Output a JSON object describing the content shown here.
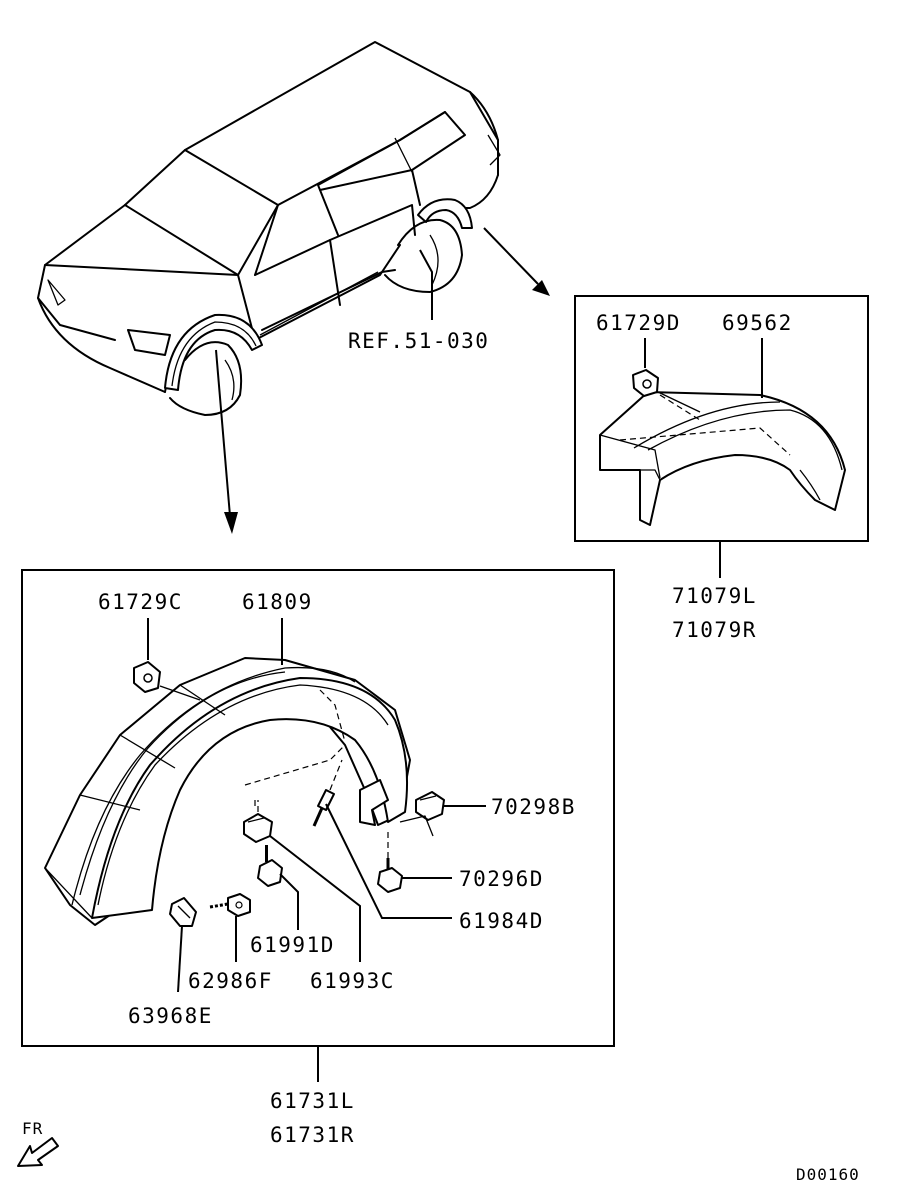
{
  "labels": {
    "ref": "REF.51-030",
    "rear_clip": "61729D",
    "rear_moulding": "69562",
    "rear_assy_l": "71079L",
    "rear_assy_r": "71079R",
    "front_clip": "61729C",
    "front_moulding": "61809",
    "nut_b": "70298B",
    "bolt_d": "70296D",
    "rivet": "61984D",
    "screw": "61991D",
    "nut_c": "61993C",
    "screw_f": "62986F",
    "clip_e": "63968E",
    "front_assy_l": "61731L",
    "front_assy_r": "61731R",
    "direction": "FR",
    "diagram_code": "D00160"
  }
}
